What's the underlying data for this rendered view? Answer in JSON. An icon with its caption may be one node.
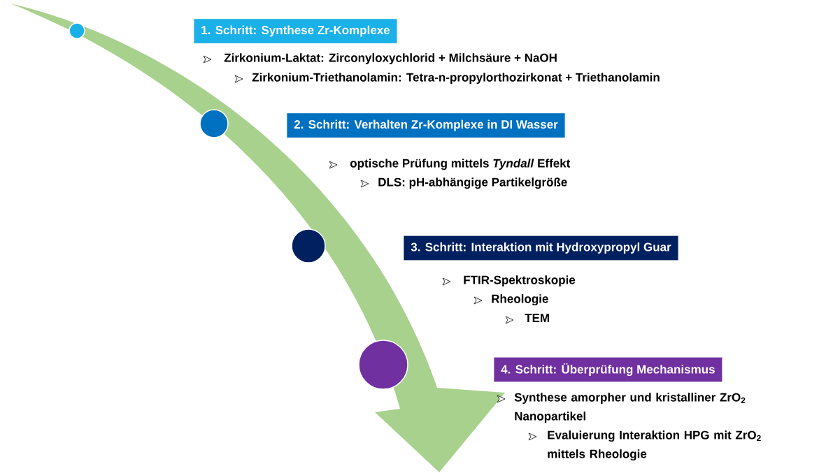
{
  "diagram": {
    "nodes": [
      {
        "text": [],
        "shape": "circle"
      },
      {
        "text": [
          "1. Schritt: Synthese Zr-Komplexe"
        ],
        "beside": [
          "Zirkonium-Laktat: Zirconyloxychlorid + Milchsäure + NaOH",
          "Zirkonium-Triethanolamin: Tetra-n-propylorthozirkonat + Triethanolamin"
        ]
      },
      {
        "text": [],
        "shape": "circle"
      },
      {
        "text": [
          "2. Schritt: Verhalten Zr-Komplexe in DI Wasser"
        ],
        "beside": [
          "optische Prüfung mittels *Tyndall* Effekt",
          "DLS: pH-abhängige Partikelgröße"
        ]
      },
      {
        "text": [],
        "shape": "circle"
      },
      {
        "text": [
          "3. Schritt: Interaktion mit Hydroxypropyl Guar"
        ],
        "beside": [
          "FTIR-Spektroskopie",
          "Rheologie",
          "TEM"
        ]
      },
      {
        "text": [],
        "shape": "circle"
      },
      {
        "text": [
          "4. Schritt: Überprüfung Mechanismus"
        ],
        "beside": [
          "Synthese amorpher und kristalliner ZrO$_{2}$ Nanopartikel",
          "Evaluierung Interaktion HPG mit ZrO$_{2}$ mittels Rheologie"
        ]
      }
    ]
  }
}
